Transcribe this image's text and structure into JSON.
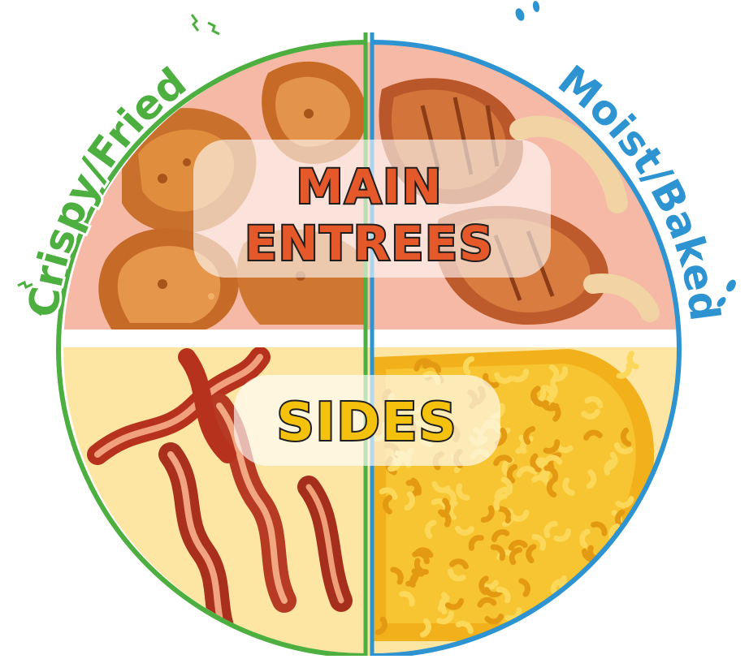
{
  "left_arc": {
    "text": "Crispy/Fried",
    "color": "#4caf3f"
  },
  "right_arc": {
    "text": "Moist/Baked",
    "color": "#2d93d1"
  },
  "top_section": {
    "line1": "MAIN",
    "line2": "ENTREES",
    "background": "#f5b9a5",
    "text_color": "#e4582a",
    "outline_color": "#1e1e1e"
  },
  "bottom_section": {
    "text": "SIDES",
    "background": "#fde6a3",
    "text_color": "#f4c20d",
    "outline_color": "#1e1e1e"
  },
  "quadrants": {
    "top_left": {
      "icon": "fried-chicken-icon"
    },
    "top_right": {
      "icon": "baked-chicken-drumstick-icon"
    },
    "bottom_left": {
      "icon": "bacon-strips-icon"
    },
    "bottom_right": {
      "icon": "mac-and-cheese-icon"
    }
  }
}
